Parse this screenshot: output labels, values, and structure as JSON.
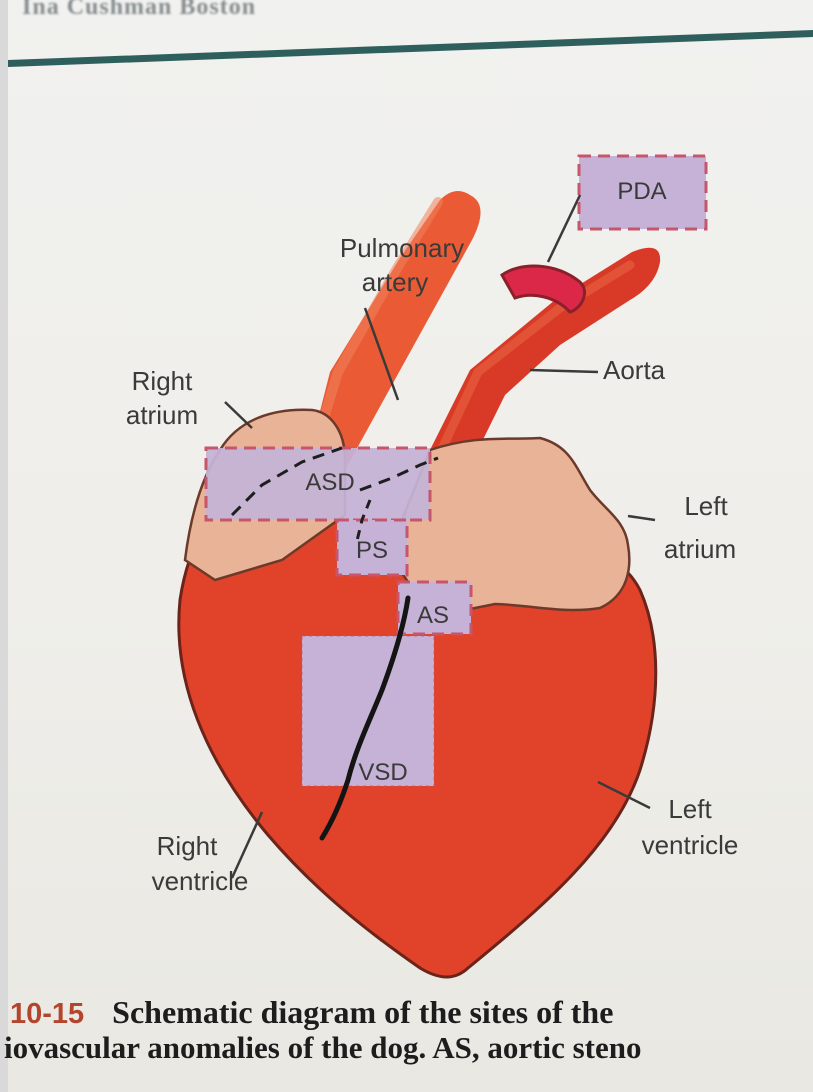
{
  "header": {
    "fragment_text": "Ina Cushman Boston"
  },
  "labels": {
    "pulmonary_artery": [
      "Pulmonary",
      "artery"
    ],
    "aorta": "Aorta",
    "right_atrium": [
      "Right",
      "atrium"
    ],
    "left_atrium": [
      "Left",
      "atrium"
    ],
    "right_ventricle": [
      "Right",
      "ventricle"
    ],
    "left_ventricle": [
      "Left",
      "ventricle"
    ]
  },
  "defect_boxes": {
    "pda": "PDA",
    "asd": "ASD",
    "ps": "PS",
    "as": "AS",
    "vsd": "VSD"
  },
  "caption": {
    "figure_number": "10-15",
    "line1": "Schematic diagram of the sites of the",
    "line2": "iovascular anomalies of the dog. AS, aortic steno"
  },
  "colors": {
    "heart_red": "#e0422a",
    "vessel_orange": "#ea5b35",
    "atrium_peach": "#e8b396",
    "defect_lavender": "#c5b2d6",
    "dashed_border": "#c6566c",
    "rule_teal": "#2f5f5c",
    "figure_number": "#b3452e"
  }
}
